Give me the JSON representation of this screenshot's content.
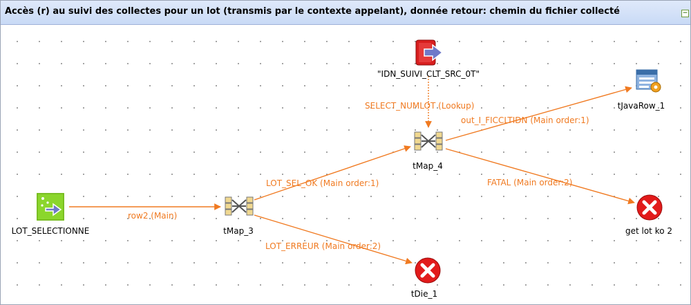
{
  "title": "Accès (r) au suivi des collectes pour un lot (transmis par le contexte appelant), donnée retour: chemin du fichier collecté",
  "canvas": {
    "nodes": {
      "lot_selectionne": "LOT_SELECTIONNE",
      "tmap3": "tMap_3",
      "tmap4": "tMap_4",
      "idn_suivi": "\"IDN_SUIVI_CLT_SRC_0T\"",
      "tjavarow": "tJavaRow_1",
      "getlotko": "get lot ko 2",
      "tdie": "tDie_1"
    },
    "links": {
      "row2": "row2 (Main)",
      "lot_sel_ok": "LOT_SEL_OK (Main order:1)",
      "lot_erreur": "LOT_ERREUR (Main order:2)",
      "select_numlot": "SELECT_NUMLOT (Lookup)",
      "out_i": "out_I_FICCLTIDN (Main order:1)",
      "fatal": "FATAL (Main order:2)"
    }
  },
  "colors": {
    "link": "#f07a21",
    "titlebar": "#d0def6"
  }
}
